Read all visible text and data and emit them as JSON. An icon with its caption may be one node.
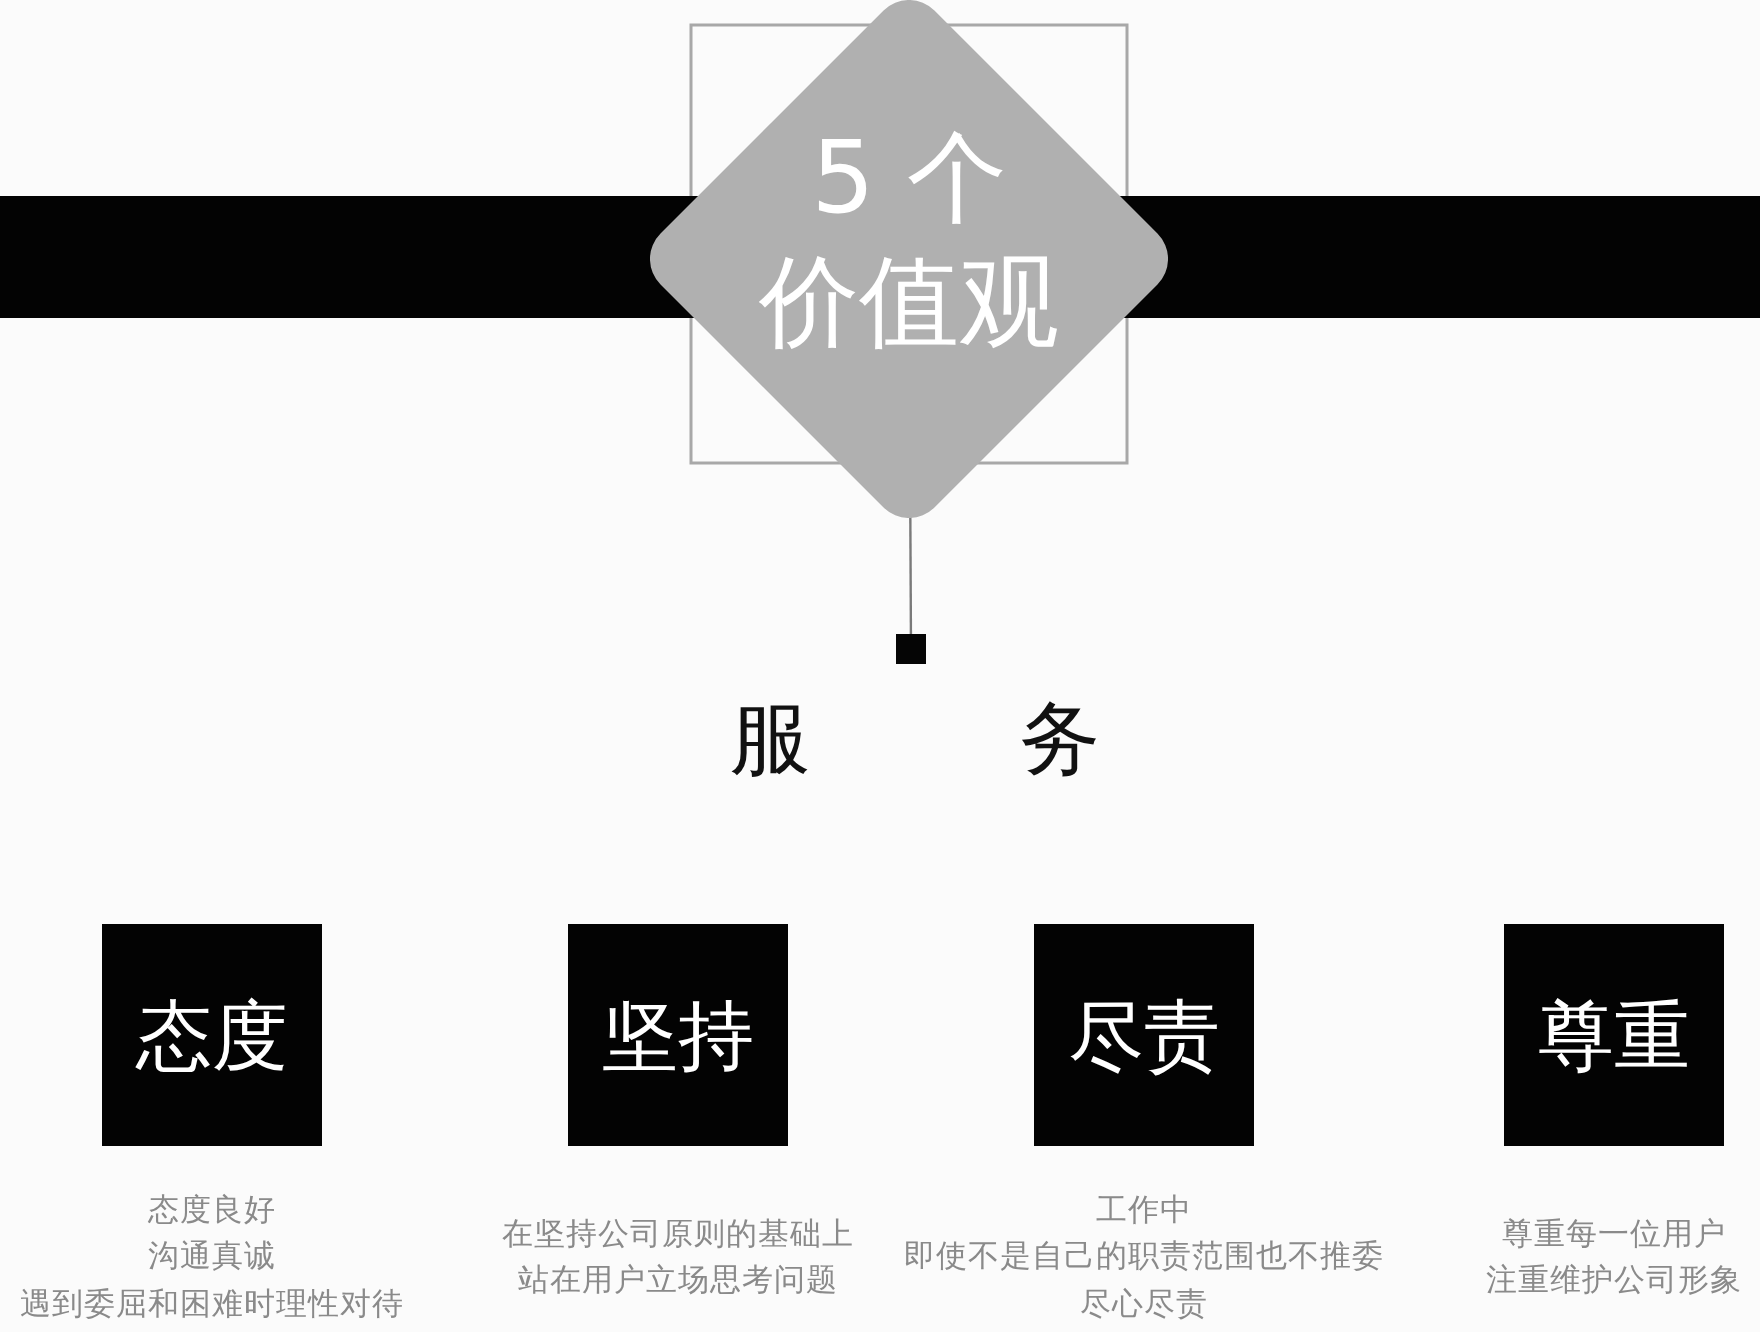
{
  "diagram": {
    "nodes": [
      {
        "text": [
          "5 个",
          "价值观"
        ]
      },
      {
        "text": [],
        "shape": "box"
      },
      {
        "text": [
          "态度"
        ],
        "beside": [
          "态度良好",
          "沟通真诚",
          "遇到委屈和困难时理性对待"
        ]
      },
      {
        "text": [
          "坚持"
        ],
        "beside": [
          "在坚持公司原则的基础上",
          "站在用户立场思考问题"
        ]
      },
      {
        "text": [
          "尽责"
        ],
        "beside": [
          "工作中",
          "即使不是自己的职责范围也不推委",
          "尽心尽责"
        ]
      },
      {
        "text": [
          "尊重"
        ],
        "beside": [
          "尊重每一位用户",
          "注重维护公司形象"
        ]
      }
    ],
    "edges": [
      {
        "from": 0,
        "to": 1,
        "arrow": "none"
      }
    ],
    "labels": [
      "服务"
    ]
  }
}
